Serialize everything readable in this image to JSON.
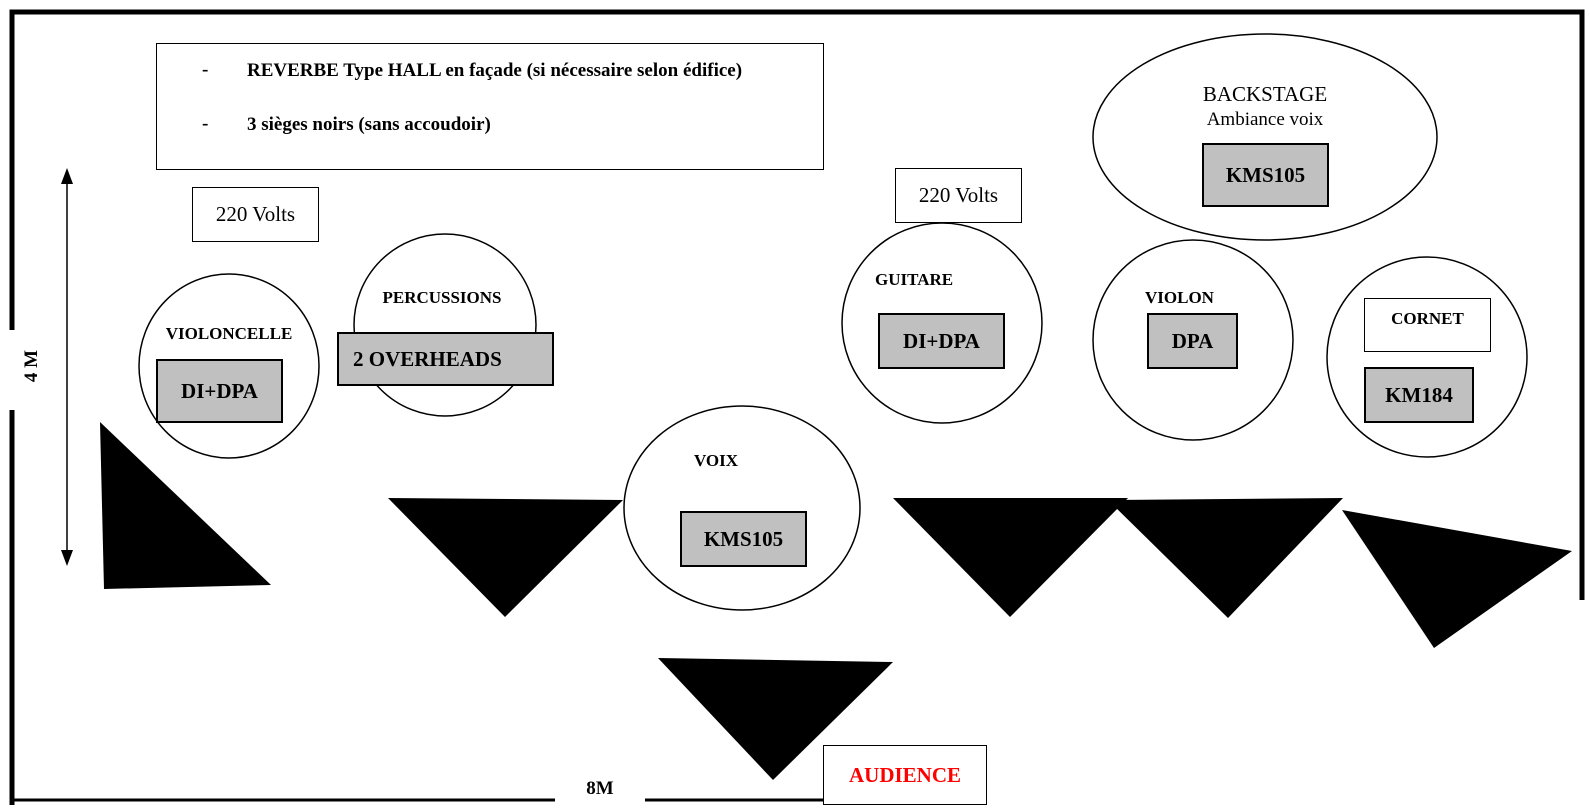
{
  "notes": {
    "items": [
      {
        "bullet": "-",
        "text": "REVERBE Type HALL en façade (si nécessaire selon édifice)"
      },
      {
        "bullet": "-",
        "text": "3 sièges noirs (sans accoudoir)"
      }
    ]
  },
  "power": {
    "left": "220 Volts",
    "right": "220 Volts"
  },
  "backstage": {
    "title": "BACKSTAGE",
    "subtitle": "Ambiance voix",
    "mic": "KMS105"
  },
  "stations": {
    "violoncelle": {
      "label": "VIOLONCELLE",
      "mic": "DI+DPA"
    },
    "percussions": {
      "label": "PERCUSSIONS",
      "mic": "2 OVERHEADS"
    },
    "voix": {
      "label": "VOIX",
      "mic": "KMS105"
    },
    "guitare": {
      "label": "GUITARE",
      "mic": "DI+DPA"
    },
    "violon": {
      "label": "VIOLON",
      "mic": "DPA"
    },
    "cornet": {
      "label": "CORNET",
      "mic": "KM184"
    }
  },
  "dimensions": {
    "depth": "4 M",
    "width": "8M"
  },
  "audience": "AUDIENCE",
  "colors": {
    "mic_box": "#c0c0c0",
    "audience_text": "#ff0000",
    "monitor": "#000000"
  },
  "icons": {
    "monitor_wedge": "black-triangle",
    "depth_arrow": "double-arrow"
  }
}
